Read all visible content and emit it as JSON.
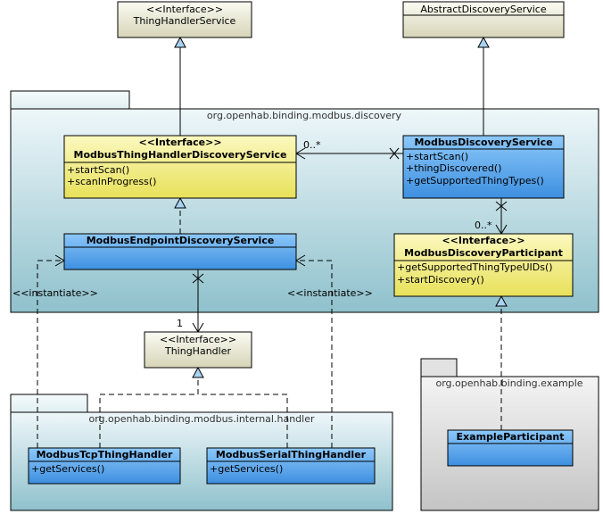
{
  "packages": {
    "discovery": "org.openhab.binding.modbus.discovery",
    "internal_handler": "org.openhab.binding.modbus.internal.handler",
    "example": "org.openhab.binding.example"
  },
  "classes": {
    "thing_handler_service": {
      "stereotype": "<<Interface>>",
      "name": "ThingHandlerService"
    },
    "abstract_discovery_service": {
      "name": "AbstractDiscoveryService"
    },
    "modbus_thing_handler_discovery_service": {
      "stereotype": "<<Interface>>",
      "name": "ModbusThingHandlerDiscoveryService",
      "methods": [
        "+startScan()",
        "+scanInProgress()"
      ]
    },
    "modbus_discovery_service": {
      "name": "ModbusDiscoveryService",
      "methods": [
        "+startScan()",
        "+thingDiscovered()",
        "+getSupportedThingTypes()"
      ]
    },
    "modbus_endpoint_discovery_service": {
      "name": "ModbusEndpointDiscoveryService"
    },
    "modbus_discovery_participant": {
      "stereotype": "<<Interface>>",
      "name": "ModbusDiscoveryParticipant",
      "methods": [
        "+getSupportedThingTypeUIDs()",
        "+startDiscovery()"
      ]
    },
    "thing_handler": {
      "stereotype": "<<Interface>>",
      "name": "ThingHandler"
    },
    "modbus_tcp_thing_handler": {
      "name": "ModbusTcpThingHandler",
      "methods": [
        "+getServices()"
      ]
    },
    "modbus_serial_thing_handler": {
      "name": "ModbusSerialThingHandler",
      "methods": [
        "+getServices()"
      ]
    },
    "example_participant": {
      "name": "ExampleParticipant"
    }
  },
  "labels": {
    "instantiate_left": "<<instantiate>>",
    "instantiate_right": "<<instantiate>>",
    "mult_service_to_interface": "0..*",
    "mult_service_to_participant": "0..*",
    "mult_thing_handler": "1"
  },
  "colors": {
    "interface_fill": "#f2ef86",
    "class_fill": "#5aa9f0",
    "external_fill": "#ecebd6",
    "package_fill": "#cde3ea",
    "package_gray": "#dedede"
  }
}
